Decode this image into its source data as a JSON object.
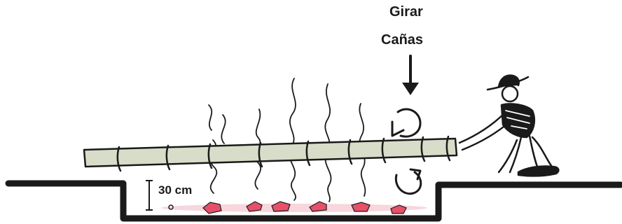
{
  "labels": {
    "instruction_line1": "Girar",
    "instruction_line2": "Cañas",
    "pit_depth": "30 cm"
  },
  "colors": {
    "ink": "#1a1a1a",
    "cane_fill": "#d7ddc8",
    "ember": "#e8506a",
    "ember_glow": "#f3c4cf"
  },
  "icons": {
    "down_arrow": "down-arrow-icon",
    "rotate_top": "rotate-arrow-icon",
    "rotate_bottom": "rotate-arrow-icon"
  }
}
